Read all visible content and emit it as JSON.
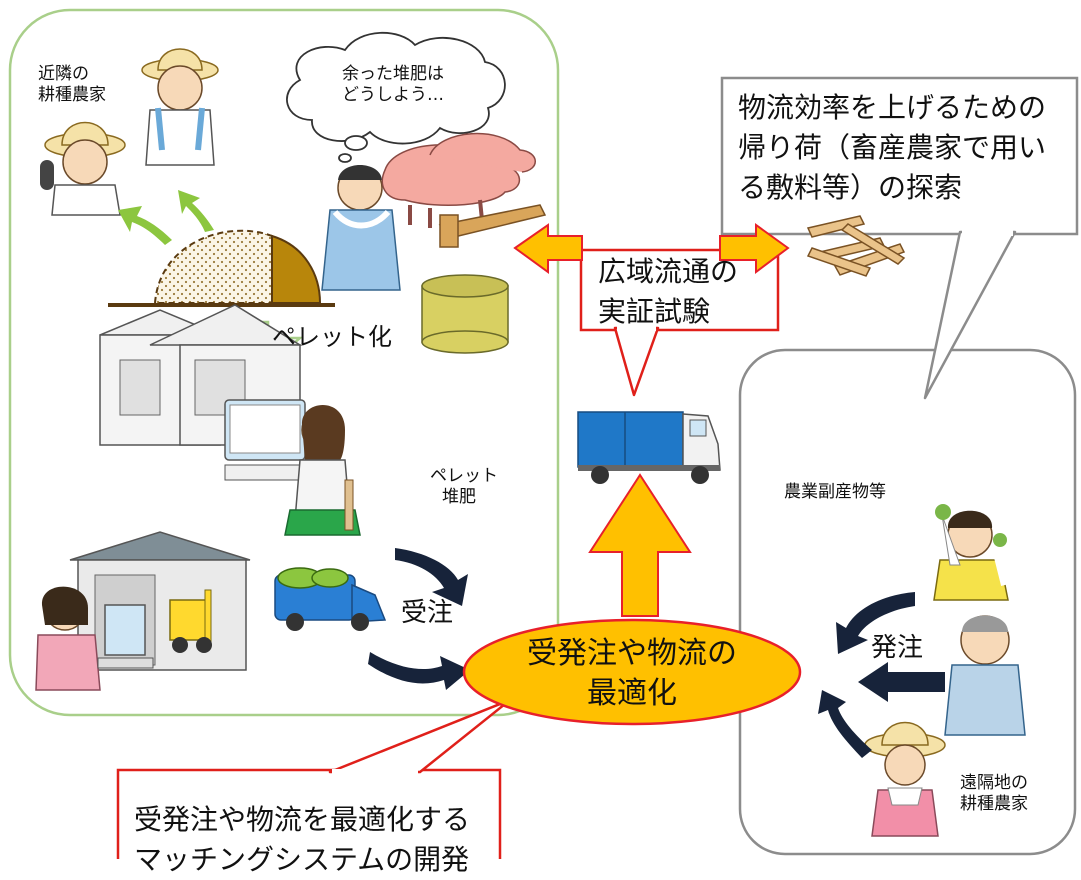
{
  "left_area": {
    "neighbor_farmer_label": [
      "近隣の",
      "耕種農家"
    ],
    "thought_bubble": [
      "余った堆肥は",
      "どうしよう…"
    ],
    "pelletize_label": "ペレット化",
    "pellet_compost_label": [
      "ペレット",
      "堆肥"
    ],
    "order_receive_label": "受注"
  },
  "right_area": {
    "byproduct_label": "農業副産物等",
    "order_place_label": "発注",
    "remote_farmer_label": [
      "遠隔地の",
      "耕種農家"
    ]
  },
  "callouts": {
    "backhaul": [
      "物流効率を上げるための",
      "帰り荷（畜産農家で用い",
      "る敷料等）の探索"
    ],
    "wide_area_test": [
      "広域流通の",
      "実証試験"
    ],
    "matching_system": [
      "受発注や物流を最適化する",
      "マッチングシステムの開発"
    ]
  },
  "center": {
    "optimization": [
      "受発注や物流の",
      "最適化"
    ]
  },
  "colors": {
    "left_border": "#a9cf8a",
    "right_border": "#8c8c8c",
    "callout_red_border": "#e0201a",
    "callout_gray_border": "#8c8c8c",
    "arrow_fill": "#ffc000",
    "arrow_stroke": "#e8202a",
    "ellipse_fill": "#ffc000",
    "ellipse_stroke": "#e8202a",
    "dark_arrow": "#17233a",
    "compost_fill": "#b8860b"
  }
}
